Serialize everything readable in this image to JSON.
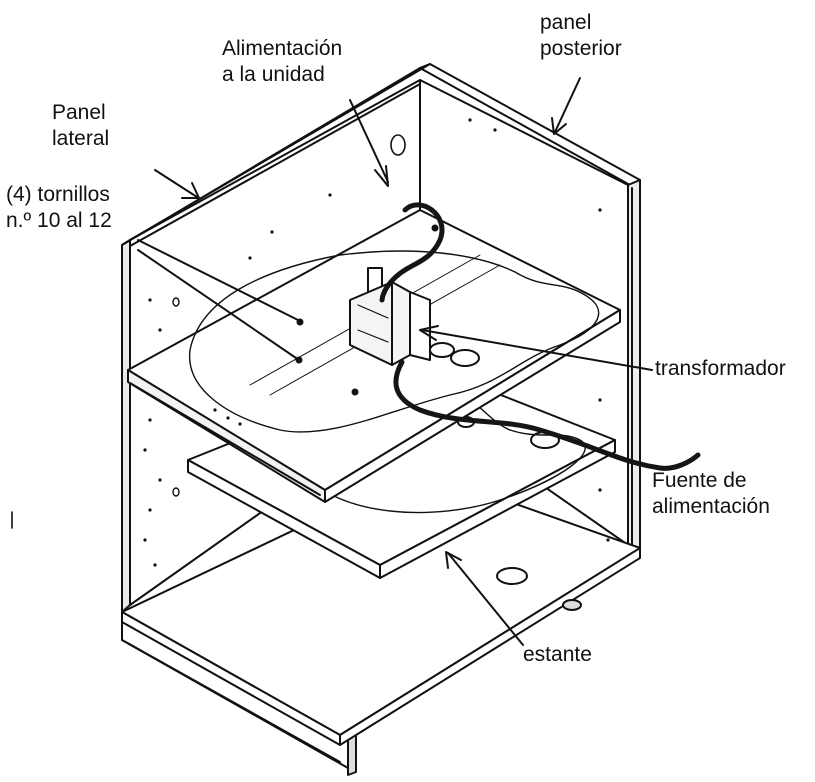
{
  "labels": {
    "power_to_unit": [
      "Alimentación",
      "a la unidad"
    ],
    "back_panel": [
      "panel",
      "posterior"
    ],
    "side_panel": [
      "Panel",
      "lateral"
    ],
    "screws": [
      "(4) tornillos",
      "n.º 10 al 12"
    ],
    "transformer": "transformador",
    "power_source": [
      "Fuente de",
      "alimentación"
    ],
    "shelf": "estante"
  },
  "colors": {
    "line": "#111111",
    "fill": "#ffffff",
    "shade": "#e9e9e9",
    "cord": "#151515"
  }
}
